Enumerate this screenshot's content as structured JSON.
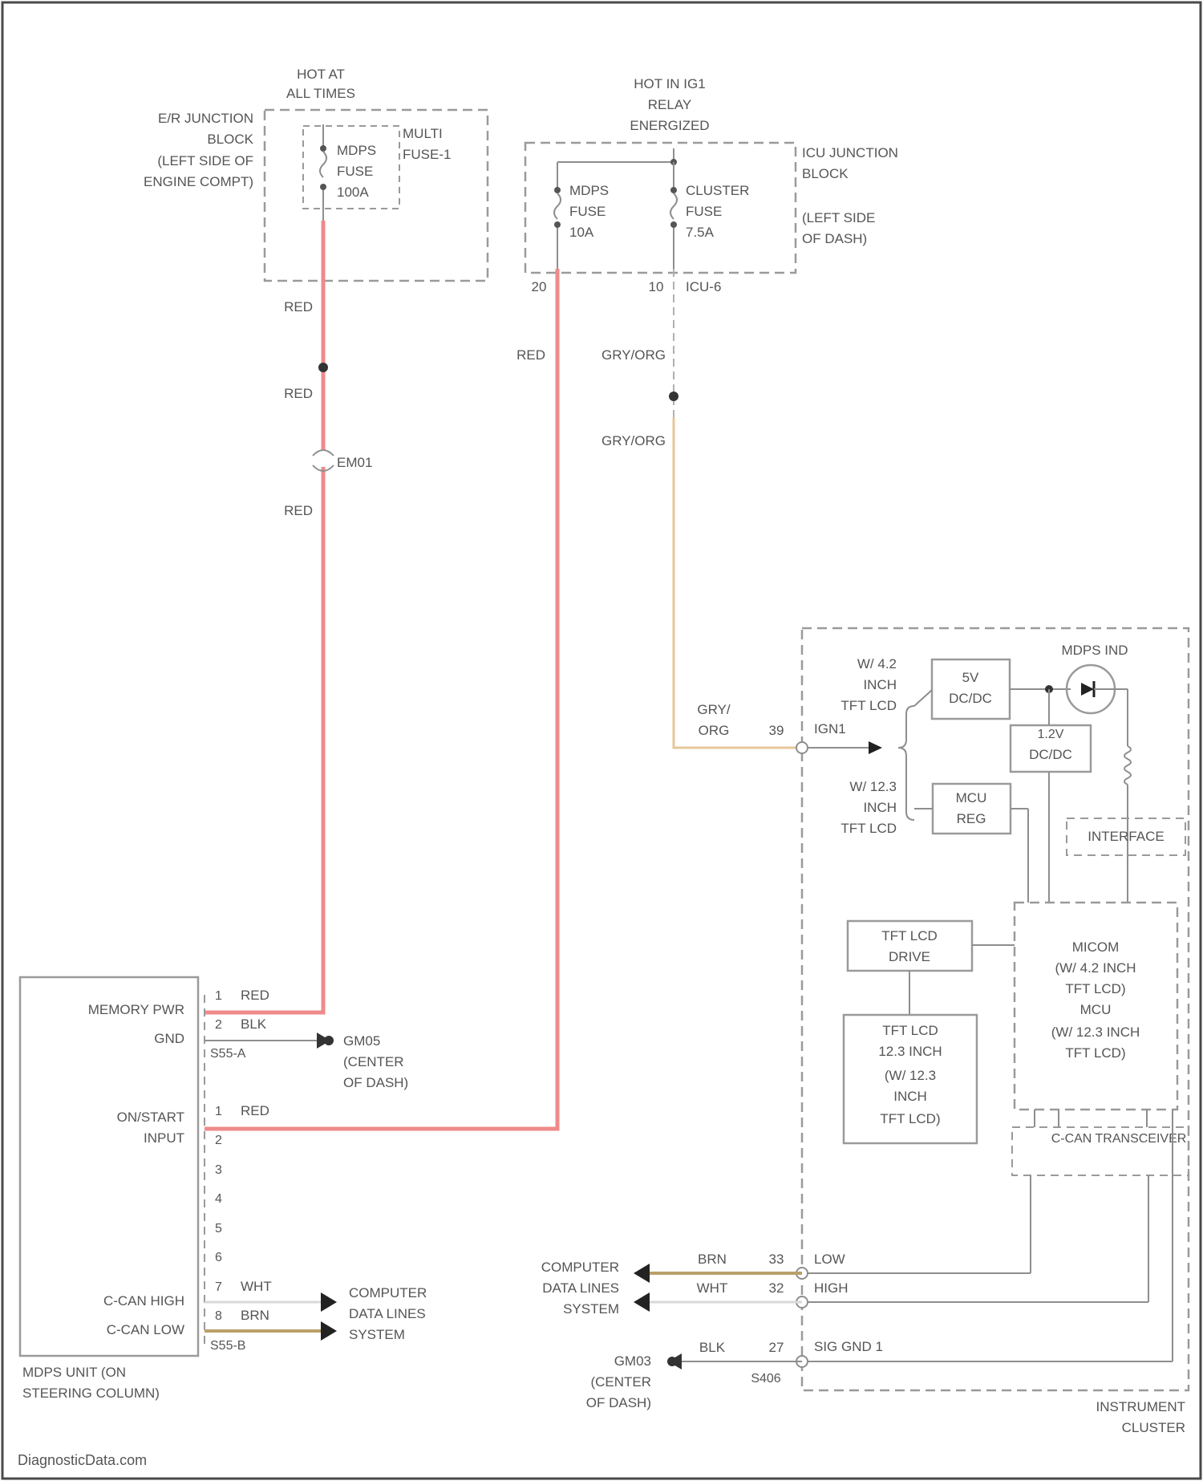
{
  "colors": {
    "red_wire": "#ef8a8a",
    "org_wire": "#e6c79a",
    "brn_wire": "#b9a06a",
    "line": "#8e8e8e",
    "text": "#555555",
    "border": "#4a4a4a"
  },
  "labels": {
    "hot_at_all_times": [
      "HOT AT",
      "ALL TIMES"
    ],
    "er_junction_block": [
      "E/R JUNCTION",
      "BLOCK",
      "(LEFT SIDE OF",
      "ENGINE COMPT)"
    ],
    "mdps_fuse_100a": [
      "MDPS",
      "FUSE",
      "100A"
    ],
    "multi_fuse": [
      "MULTI",
      "FUSE-1"
    ],
    "hot_in_ig1": [
      "HOT IN IG1",
      "RELAY",
      "ENERGIZED"
    ],
    "icu_junction_block": [
      "ICU JUNCTION",
      "BLOCK"
    ],
    "left_side_of_dash": [
      "(LEFT SIDE",
      "OF DASH)"
    ],
    "mdps_fuse_10a": [
      "MDPS",
      "FUSE",
      "10A"
    ],
    "cluster_fuse": [
      "CLUSTER",
      "FUSE",
      "7.5A"
    ],
    "pin_20": "20",
    "pin_10": "10",
    "icu_6": "ICU-6",
    "red": "RED",
    "gry_org": "GRY/ORG",
    "em01": "EM01",
    "mdps_unit_pins": {
      "memory_pwr": "MEMORY PWR",
      "gnd": "GND",
      "on_start_input": [
        "ON/START",
        "INPUT"
      ],
      "c_can_high": "C-CAN HIGH",
      "c_can_low": "C-CAN LOW"
    },
    "mdps_unit": [
      "MDPS UNIT (ON",
      "STEERING COLUMN)"
    ],
    "pin_numbers_top": [
      "1",
      "2"
    ],
    "pin_numbers_bottom": [
      "1",
      "2",
      "3",
      "4",
      "5",
      "6",
      "7",
      "8"
    ],
    "s55a": "S55-A",
    "s55b": "S55-B",
    "blk": "BLK",
    "wht": "WHT",
    "brn": "BRN",
    "gm05": [
      "GM05",
      "(CENTER",
      "OF DASH)"
    ],
    "gm03": [
      "GM03",
      "(CENTER",
      "OF DASH)"
    ],
    "computer_data_lines": [
      "COMPUTER",
      "DATA LINES",
      "SYSTEM"
    ],
    "cluster_gry_org": [
      "GRY/",
      "ORG"
    ],
    "pin_39": "39",
    "ign1": "IGN1",
    "pin_33": "33",
    "pin_32": "32",
    "pin_27": "27",
    "s406": "S406",
    "low": "LOW",
    "high": "HIGH",
    "sig_gnd": "SIG GND 1",
    "w_42": [
      "W/ 4.2",
      "INCH",
      "TFT LCD"
    ],
    "w_123": [
      "W/ 12.3",
      "INCH",
      "TFT LCD"
    ],
    "dcdc_5v": [
      "5V",
      "DC/DC"
    ],
    "dcdc_12v": [
      "1.2V",
      "DC/DC"
    ],
    "mcu_reg": [
      "MCU",
      "REG"
    ],
    "mdps_ind": "MDPS IND",
    "interface": "INTERFACE",
    "tft_drive": [
      "TFT LCD",
      "DRIVE"
    ],
    "tft_lcd": [
      "TFT LCD",
      "12.3 INCH",
      "(W/ 12.3",
      "INCH",
      "TFT LCD)"
    ],
    "micom": [
      "MICOM",
      "(W/ 4.2 INCH",
      "TFT LCD)",
      "MCU",
      "(W/ 12.3 INCH",
      "TFT LCD)"
    ],
    "c_can_transceiver": "C-CAN TRANSCEIVER",
    "instrument_cluster": [
      "INSTRUMENT",
      "CLUSTER"
    ],
    "watermark": "DiagnosticData.com"
  }
}
